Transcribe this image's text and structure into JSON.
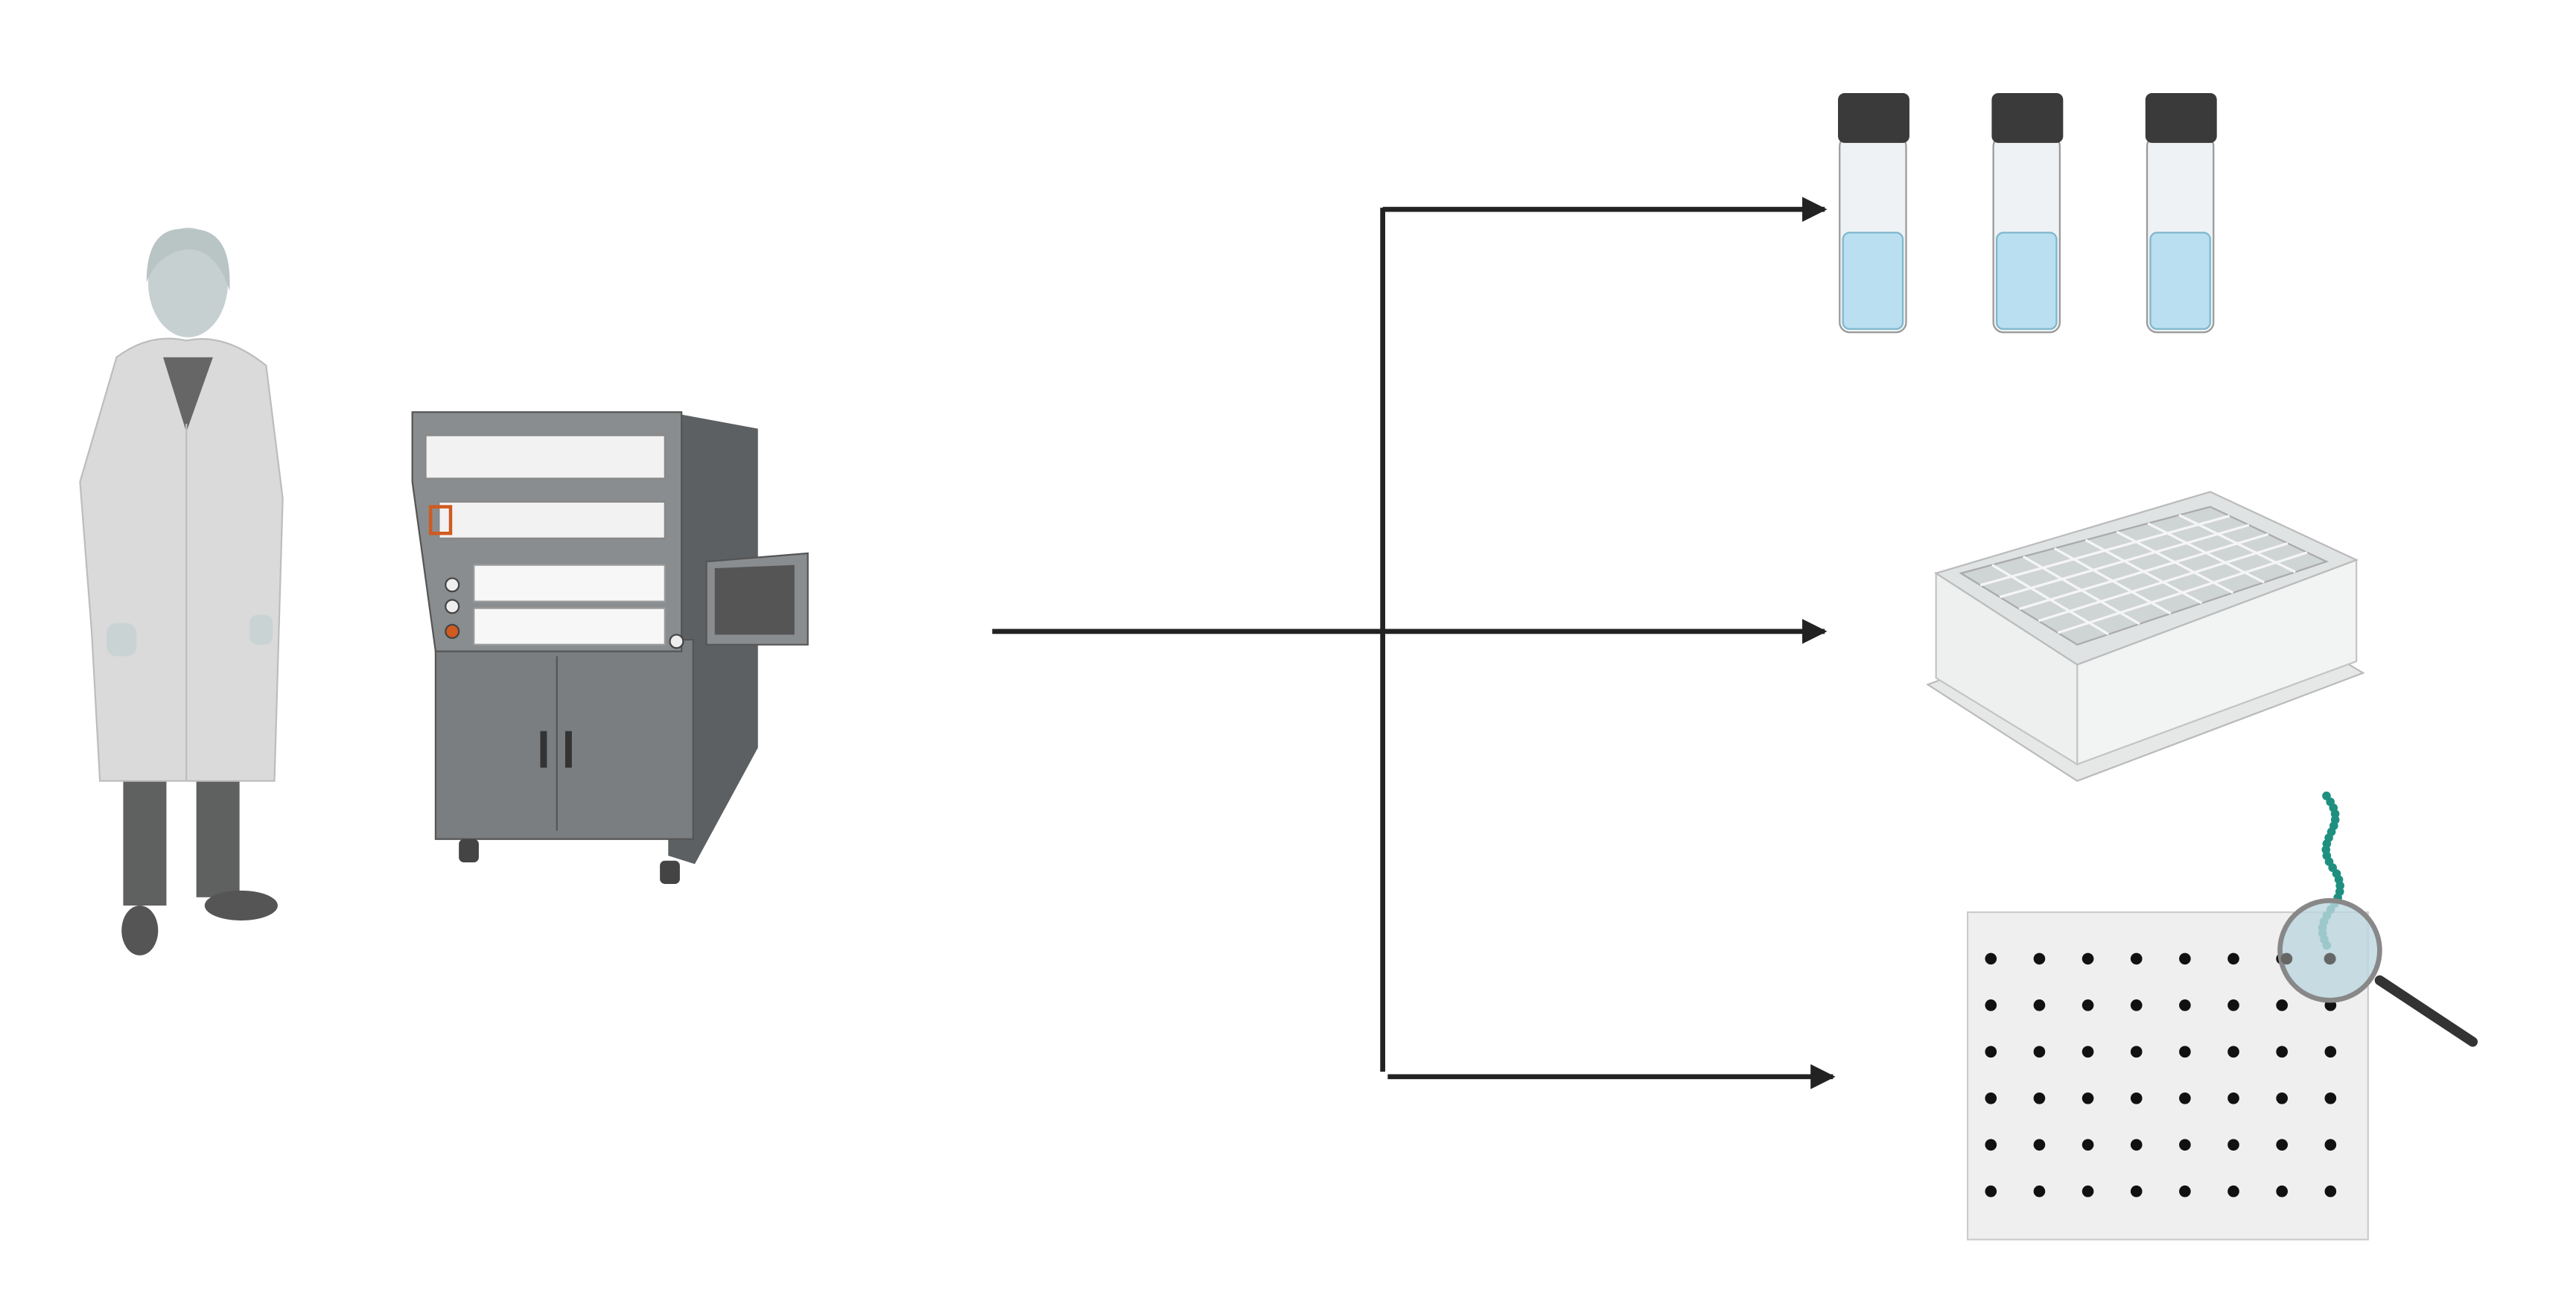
{
  "diagram": {
    "colors": {
      "background": "#ffffff",
      "arrow": "#222222",
      "coat": "#d9d9d9",
      "skin": "#c9d3d3",
      "trousers": "#5f6060",
      "machine_body": "#7b7e80",
      "machine_dark": "#5d6062",
      "vial_cap": "#3a3a3a",
      "vial_liquid": "#b9dff0",
      "plate": "#eef0f0",
      "array_paper": "#efefef",
      "array_spot": "#111111",
      "dna_strand": "#1f9080",
      "magnifier_lens": "#bcd6de"
    },
    "source": {
      "icons": [
        "scientist-icon",
        "liquid-handling-robot-icon"
      ]
    },
    "outputs": [
      {
        "icon": "vials-icon",
        "count": 3
      },
      {
        "icon": "deep-well-plate-icon"
      },
      {
        "icon": "microarray-icon",
        "rows": 6,
        "columns": 8,
        "magnifier": "magnifier-icon",
        "strand": "dna-strand-icon"
      }
    ]
  }
}
